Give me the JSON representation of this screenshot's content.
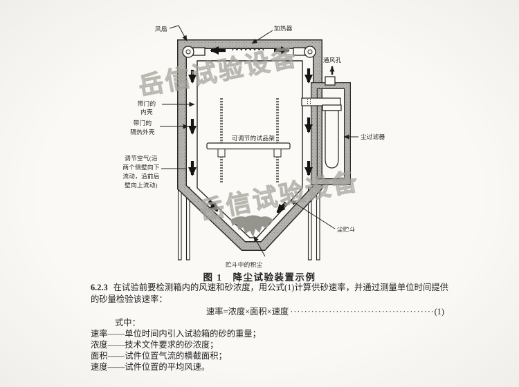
{
  "colors": {
    "ink": "#1f1f1f",
    "wall_gray": "#b5b4af",
    "watermark_gray": "#b9b8b2",
    "dust_gray": "#96958d"
  },
  "watermark": {
    "text": "岳信试验设备"
  },
  "diagram": {
    "labels": {
      "fan": "风扇",
      "heater": "加热器",
      "vent": "通风孔",
      "inner_shell_l1": "带门的",
      "inner_shell_l2": "内壳",
      "outer_shell_l1": "带门的",
      "outer_shell_l2": "隔热外壳",
      "air_l1": "调节空气(沿",
      "air_l2": "两个侧壁向下",
      "air_l3": "流动，沿前后",
      "air_l4": "壁向上流动)",
      "rack": "可调节的试品架",
      "filter": "尘过滤器",
      "hopper": "尘贮斗",
      "dust_in_hopper": "贮斗中的积尘"
    },
    "caption": "图 1　降尘试验装置示例"
  },
  "text": {
    "clause_no": "6.2.3",
    "clause_body": "在试验前要检测箱内的风速和砂浓度，用公式(1)计算供砂速率，并通过测量单位时间提供的砂量检验该速率：",
    "formula": "速率=浓度×面积×速度",
    "formula_dots": "····················································································",
    "formula_no": "(1)",
    "where": "式中：",
    "defs": [
      {
        "term": "速率",
        "dash": "——",
        "def": "单位时间内引入试验箱的砂的重量；"
      },
      {
        "term": "浓度",
        "dash": "——",
        "def": "技术文件要求的砂浓度；"
      },
      {
        "term": "面积",
        "dash": "——",
        "def": "试件位置气流的横截面积；"
      },
      {
        "term": "速度",
        "dash": "——",
        "def": "试件位置的平均风速。"
      }
    ]
  }
}
